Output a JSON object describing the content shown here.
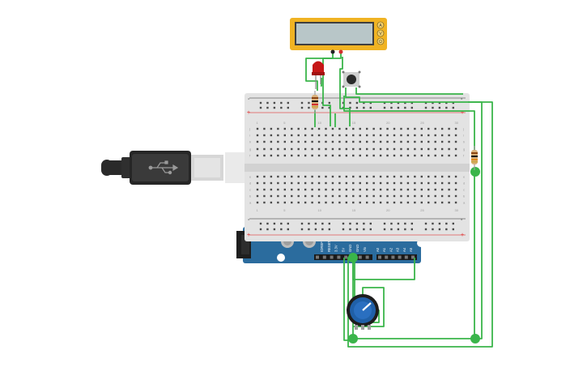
{
  "workspace": {
    "background": "#ffffff"
  },
  "colors": {
    "wire": "#3ab54a",
    "board_blue": "#2b6c9e",
    "breadboard": "#e8e8e8",
    "rail_red": "#e05555",
    "rail_gray": "#666666",
    "lcd_frame": "#f0b323",
    "lcd_screen": "#b8c6c8",
    "led_red": "#c61717",
    "usb_black": "#222222",
    "pot_blue": "#2060a8"
  },
  "components": {
    "multimeter": {
      "icon": "multimeter-icon",
      "mode_labels": [
        "A",
        "V",
        "Ω"
      ]
    },
    "led": {
      "icon": "led-icon"
    },
    "pushbutton": {
      "icon": "pushbutton-icon"
    },
    "resistors": {
      "icon": "resistor-icon"
    },
    "potentiometer": {
      "icon": "potentiometer-icon"
    },
    "usb_cable": {
      "icon": "usb-cable-icon",
      "symbol": "usb-symbol-icon"
    },
    "arduino": {
      "icon": "arduino-uno-icon",
      "power_labels": [
        "IOREF",
        "RESET",
        "3.3V",
        "5V",
        "GND",
        "GND",
        "Vin"
      ],
      "analog_labels": [
        "A0",
        "A1",
        "A2",
        "A3",
        "A4",
        "A5"
      ],
      "analog_header": "ANALOG IN"
    },
    "breadboard": {
      "icon": "breadboard-icon",
      "rows_top": [
        "j",
        "i",
        "h",
        "g",
        "f"
      ],
      "rows_bottom": [
        "e",
        "d",
        "c",
        "b",
        "a"
      ],
      "columns": [
        "1",
        "5",
        "10",
        "15",
        "20",
        "25",
        "30"
      ],
      "rail_plus": "+",
      "rail_minus": "-"
    }
  }
}
